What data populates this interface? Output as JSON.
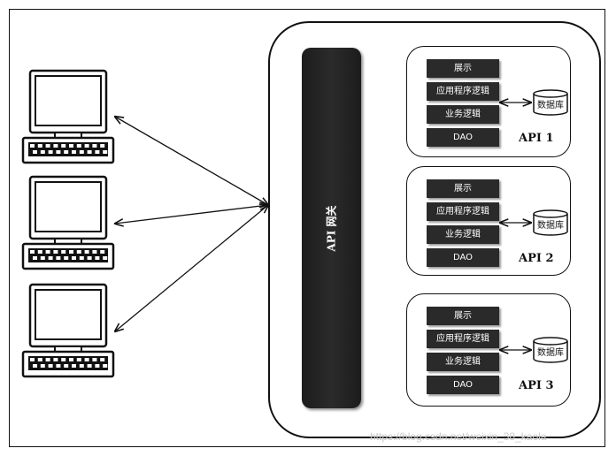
{
  "gateway": {
    "label": "API 网关"
  },
  "clients": [
    {
      "name": "client-1"
    },
    {
      "name": "client-2"
    },
    {
      "name": "client-3"
    }
  ],
  "services": [
    {
      "name": "API 1",
      "layers": [
        "展示",
        "应用程序逻辑",
        "业务逻辑",
        "DAO"
      ],
      "database": "数据库"
    },
    {
      "name": "API 2",
      "layers": [
        "展示",
        "应用程序逻辑",
        "业务逻辑",
        "DAO"
      ],
      "database": "数据库"
    },
    {
      "name": "API 3",
      "layers": [
        "展示",
        "应用程序逻辑",
        "业务逻辑",
        "DAO"
      ],
      "database": "数据库"
    }
  ],
  "watermark": "https://blog.csdn.net/weixin_38_kaola",
  "colors": {
    "ink": "#111111",
    "block": "#2a2a2a",
    "background": "#ffffff"
  }
}
